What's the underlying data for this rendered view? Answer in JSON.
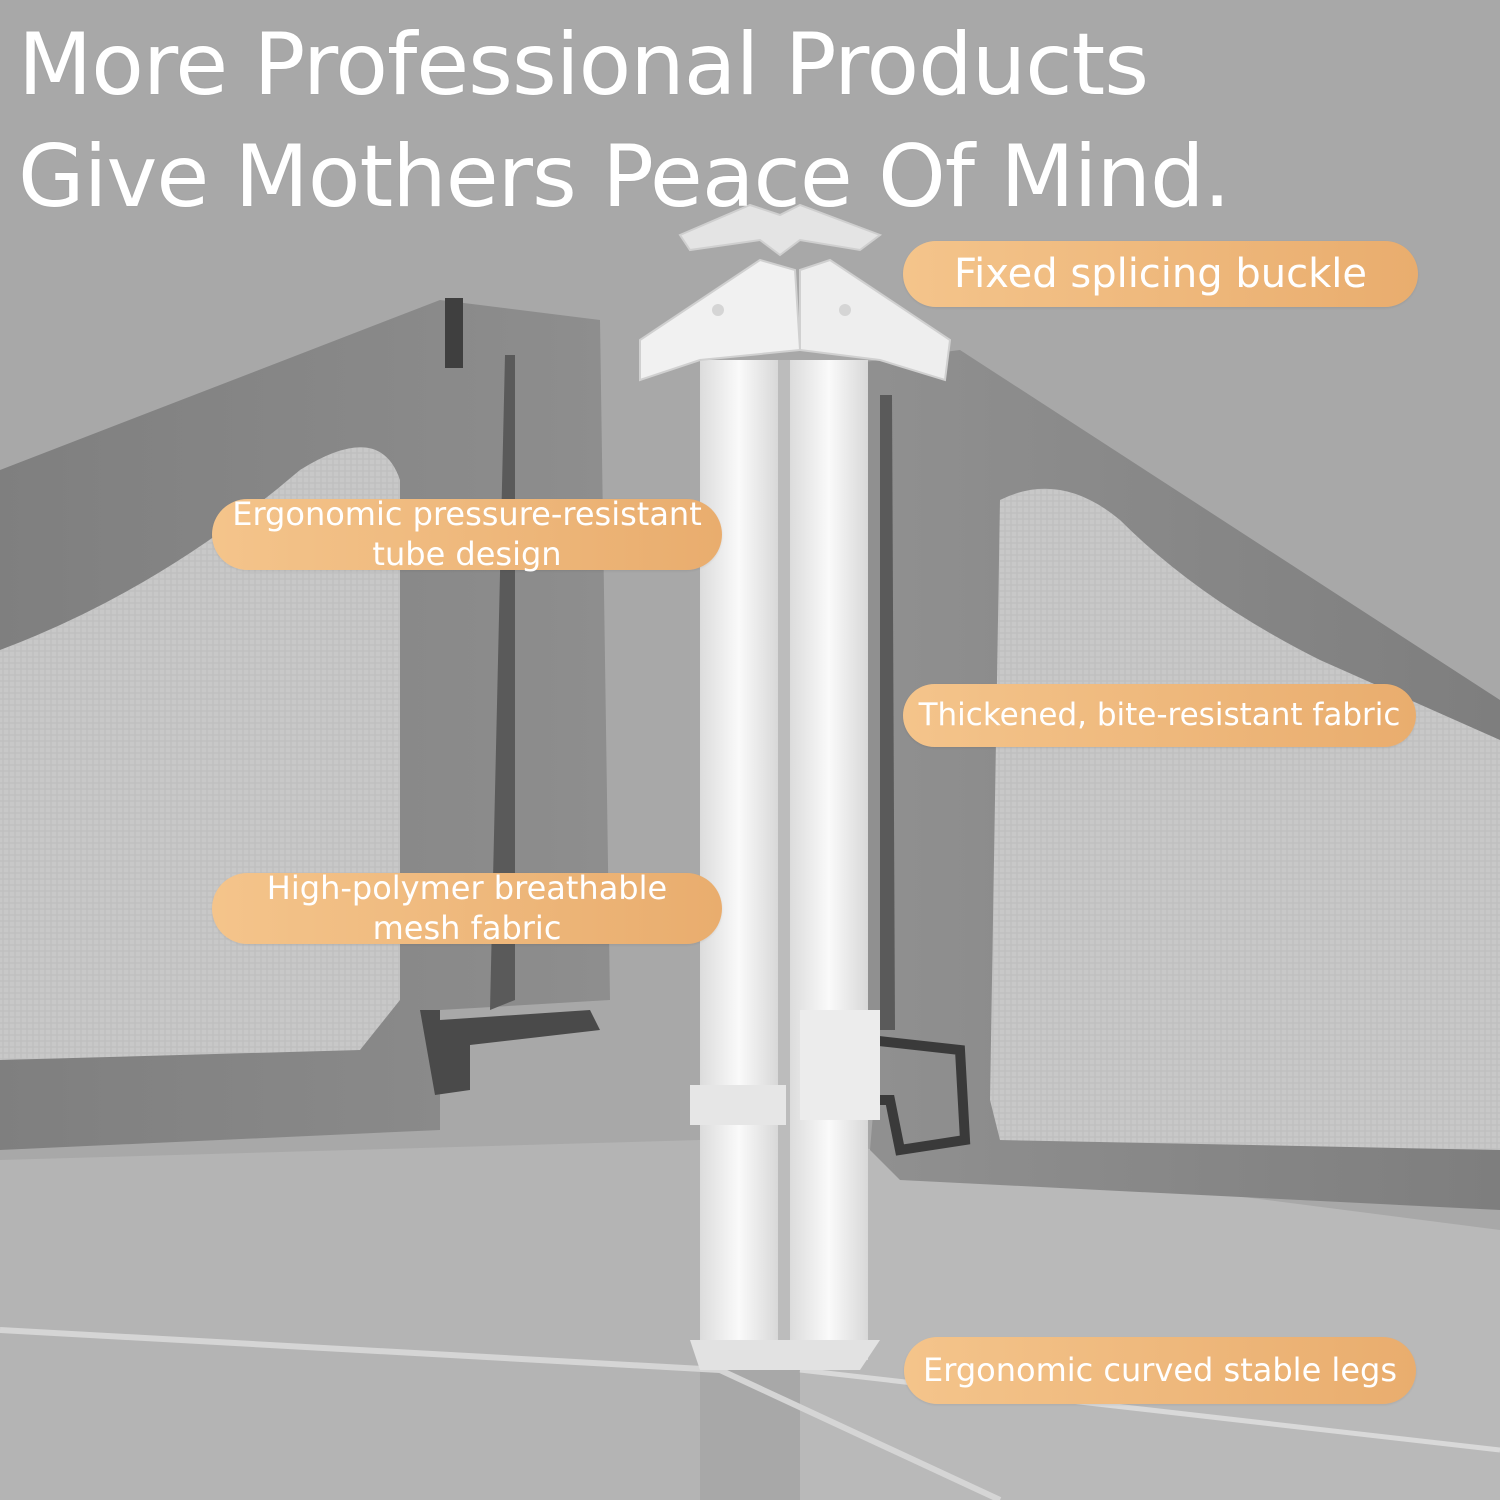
{
  "headline": {
    "line1": "More Professional Products",
    "line2": "Give Mothers Peace Of Mind."
  },
  "callouts": {
    "splicing_buckle": "Fixed splicing buckle",
    "tube_line1": "Ergonomic pressure-resistant",
    "tube_line2": "tube design",
    "fabric": "Thickened, bite-resistant fabric",
    "mesh_line1": "High-polymer breathable",
    "mesh_line2": "mesh fabric",
    "legs": "Ergonomic curved stable legs"
  },
  "colors": {
    "background": "#a9a9a9",
    "frame_gray": "#8a8a8a",
    "mesh_gray": "#c9c9c9",
    "tube_white": "#f2f2f2",
    "callout_orange": "#eeb577",
    "text_white": "#ffffff"
  }
}
